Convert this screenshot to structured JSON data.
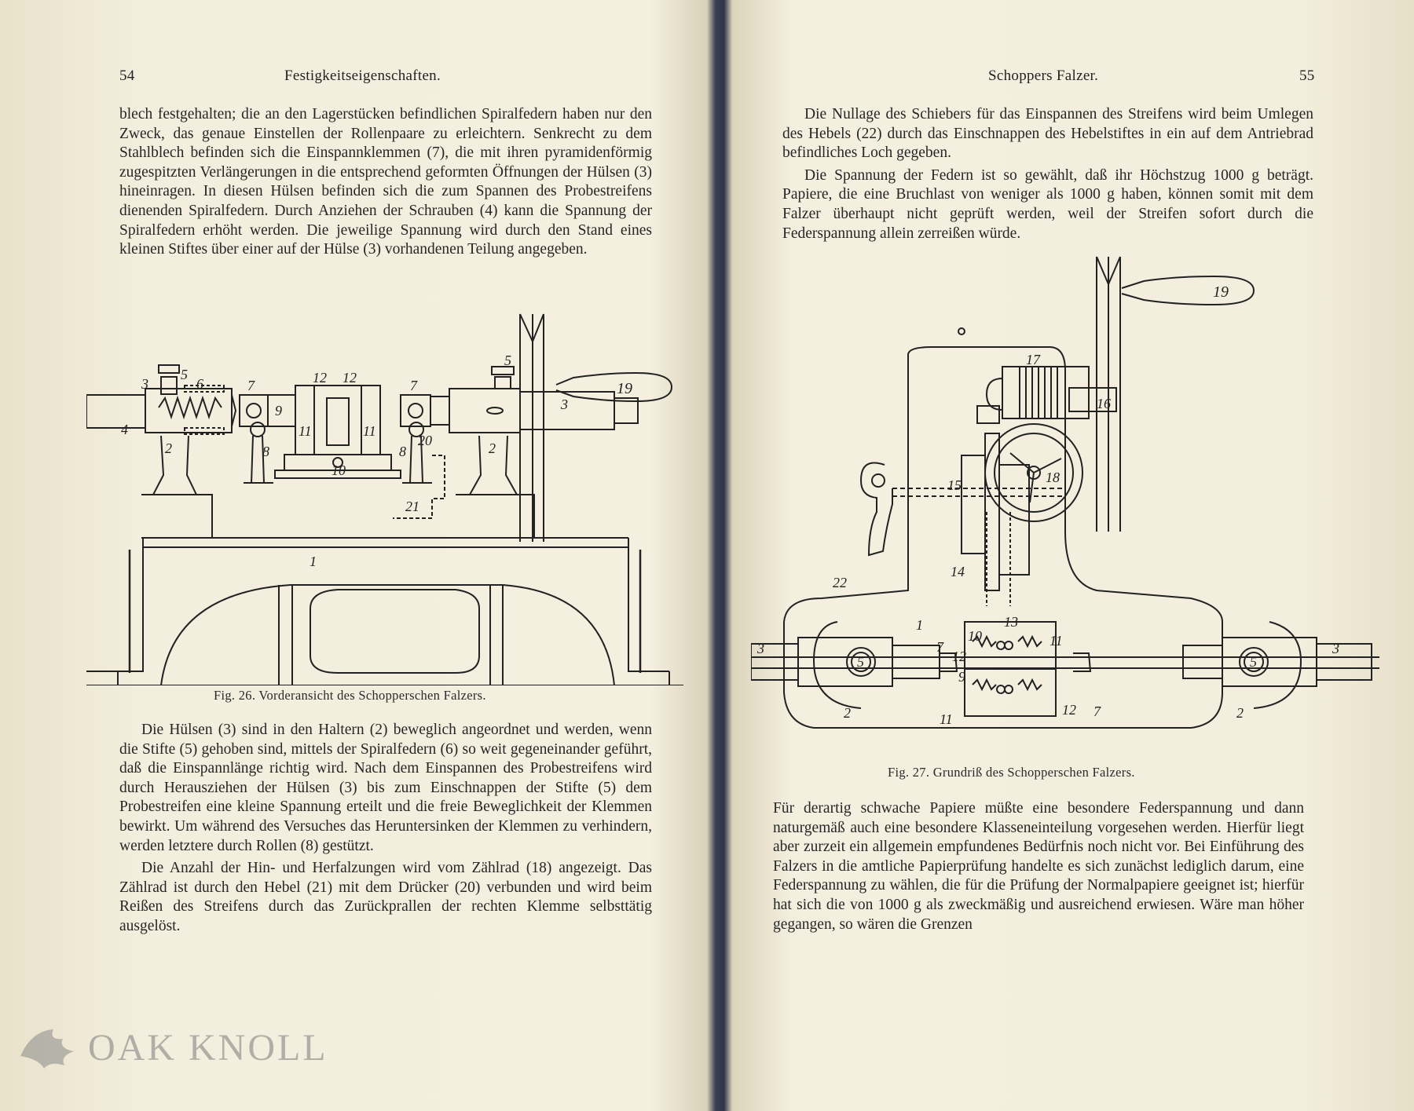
{
  "left_page": {
    "page_number": "54",
    "running_head": "Festigkeitseigenschaften.",
    "top_paragraph": "blech festgehalten; die an den Lagerstücken befindlichen Spiralfedern haben nur den Zweck, das genaue Einstellen der Rollenpaare zu erleichtern. Senkrecht zu dem Stahlblech befinden sich die Einspannklemmen (7), die mit ihren pyramidenförmig zugespitzten Verlängerungen in die entsprechend geformten Öffnungen der Hülsen (3) hineinragen. In diesen Hülsen befinden sich die zum Spannen des Probestreifens dienenden Spiralfedern. Durch Anziehen der Schrauben (4) kann die Spannung der Spiralfedern erhöht werden. Die jeweilige Spannung wird durch den Stand eines kleinen Stiftes über einer auf der Hülse (3) vorhandenen Teilung angegeben.",
    "figure_caption": "Fig. 26.   Vorderansicht des Schopperschen Falzers.",
    "figure_labels": [
      "19",
      "5",
      "6",
      "3",
      "12",
      "12",
      "7",
      "7",
      "5",
      "3",
      "4",
      "9",
      "11",
      "11",
      "2",
      "8",
      "10",
      "8",
      "20",
      "2",
      "21",
      "1"
    ],
    "paragraph_2": "Die Hülsen (3) sind in den Haltern (2) beweglich angeordnet und werden, wenn die Stifte (5) gehoben sind, mittels der Spiralfedern (6) so weit gegeneinander geführt, daß die Einspannlänge richtig wird. Nach dem Einspannen des Probestreifens wird durch Herausziehen der Hülsen (3) bis zum Einschnappen der Stifte (5) dem Probestreifen eine kleine Spannung erteilt und die freie Beweglichkeit der Klemmen bewirkt. Um während des Versuches das Heruntersinken der Klemmen zu verhindern, werden letztere durch Rollen (8) gestützt.",
    "paragraph_3": "Die Anzahl der Hin- und Herfalzungen wird vom Zählrad (18) angezeigt. Das Zählrad ist durch den Hebel (21) mit dem Drücker (20) verbunden und wird beim Reißen des Streifens durch das Zurückprallen der rechten Klemme selbsttätig ausgelöst."
  },
  "right_page": {
    "page_number": "55",
    "running_head": "Schoppers Falzer.",
    "paragraph_1": "Die Nullage des Schiebers für das Einspannen des Streifens wird beim Umlegen des Hebels (22) durch das Einschnappen des Hebelstiftes in ein auf dem Antriebrad befindliches Loch gegeben.",
    "paragraph_2": "Die Spannung der Federn ist so gewählt, daß ihr Höchstzug 1000 g beträgt. Papiere, die eine Bruchlast von weniger als 1000 g haben, können somit mit dem Falzer überhaupt nicht geprüft werden, weil der Streifen sofort durch die Federspannung allein zerreißen würde.",
    "figure_caption": "Fig. 27.   Grundriß des Schopperschen Falzers.",
    "figure_labels": [
      "19",
      "17",
      "16",
      "18",
      "15",
      "22",
      "14",
      "1",
      "13",
      "10",
      "11",
      "12",
      "3",
      "5",
      "7",
      "9",
      "12",
      "7",
      "5",
      "3",
      "2",
      "11",
      "2"
    ],
    "paragraph_3": "Für derartig schwache Papiere müßte eine besondere Federspannung und dann naturgemäß auch eine besondere Klasseneinteilung vorgesehen werden. Hierfür liegt aber zurzeit ein allgemein empfundenes Bedürfnis noch nicht vor. Bei Einführung des Falzers in die amtliche Papierprüfung handelte es sich zunächst lediglich darum, eine Federspannung zu wählen, die für die Prüfung der Normalpapiere geeignet ist; hierfür hat sich die von 1000 g als zweckmäßig und ausreichend erwiesen. Wäre man höher gegangen, so wären die Grenzen"
  },
  "watermark": {
    "text": "OAK KNOLL"
  }
}
